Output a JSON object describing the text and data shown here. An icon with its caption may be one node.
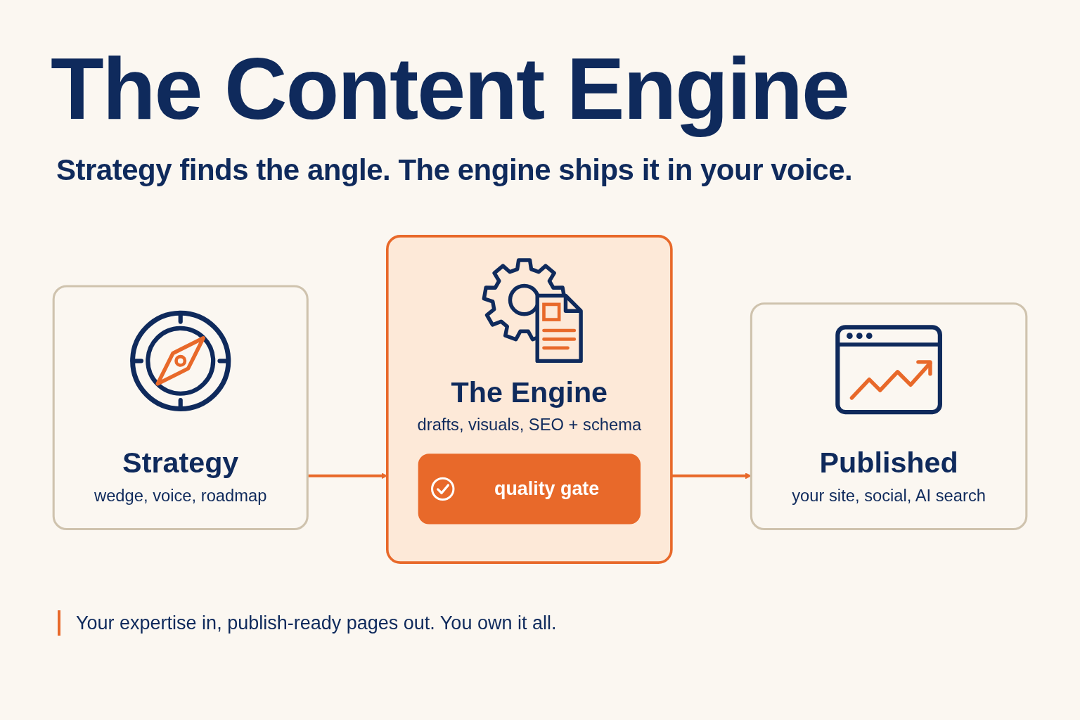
{
  "diagram": {
    "title": "The Content Engine",
    "nodes": [
      {
        "text": [
          "Strategy",
          "wedge, voice, roadmap"
        ]
      },
      {
        "text": [
          "The Engine",
          "drafts, visuals, SEO + schema"
        ]
      },
      {
        "text": [
          "quality gate"
        ],
        "in": 1
      },
      {
        "text": [
          "Published",
          "your site, social, AI search"
        ]
      }
    ],
    "edges": [
      {
        "from": 0,
        "to": 1,
        "arrow": "to"
      },
      {
        "from": 1,
        "to": 3,
        "arrow": "to"
      }
    ],
    "labels": [
      "Strategy finds the angle. The engine ships it in your voice."
    ],
    "caption": "Your expertise in, publish-ready pages out. You own it all."
  }
}
